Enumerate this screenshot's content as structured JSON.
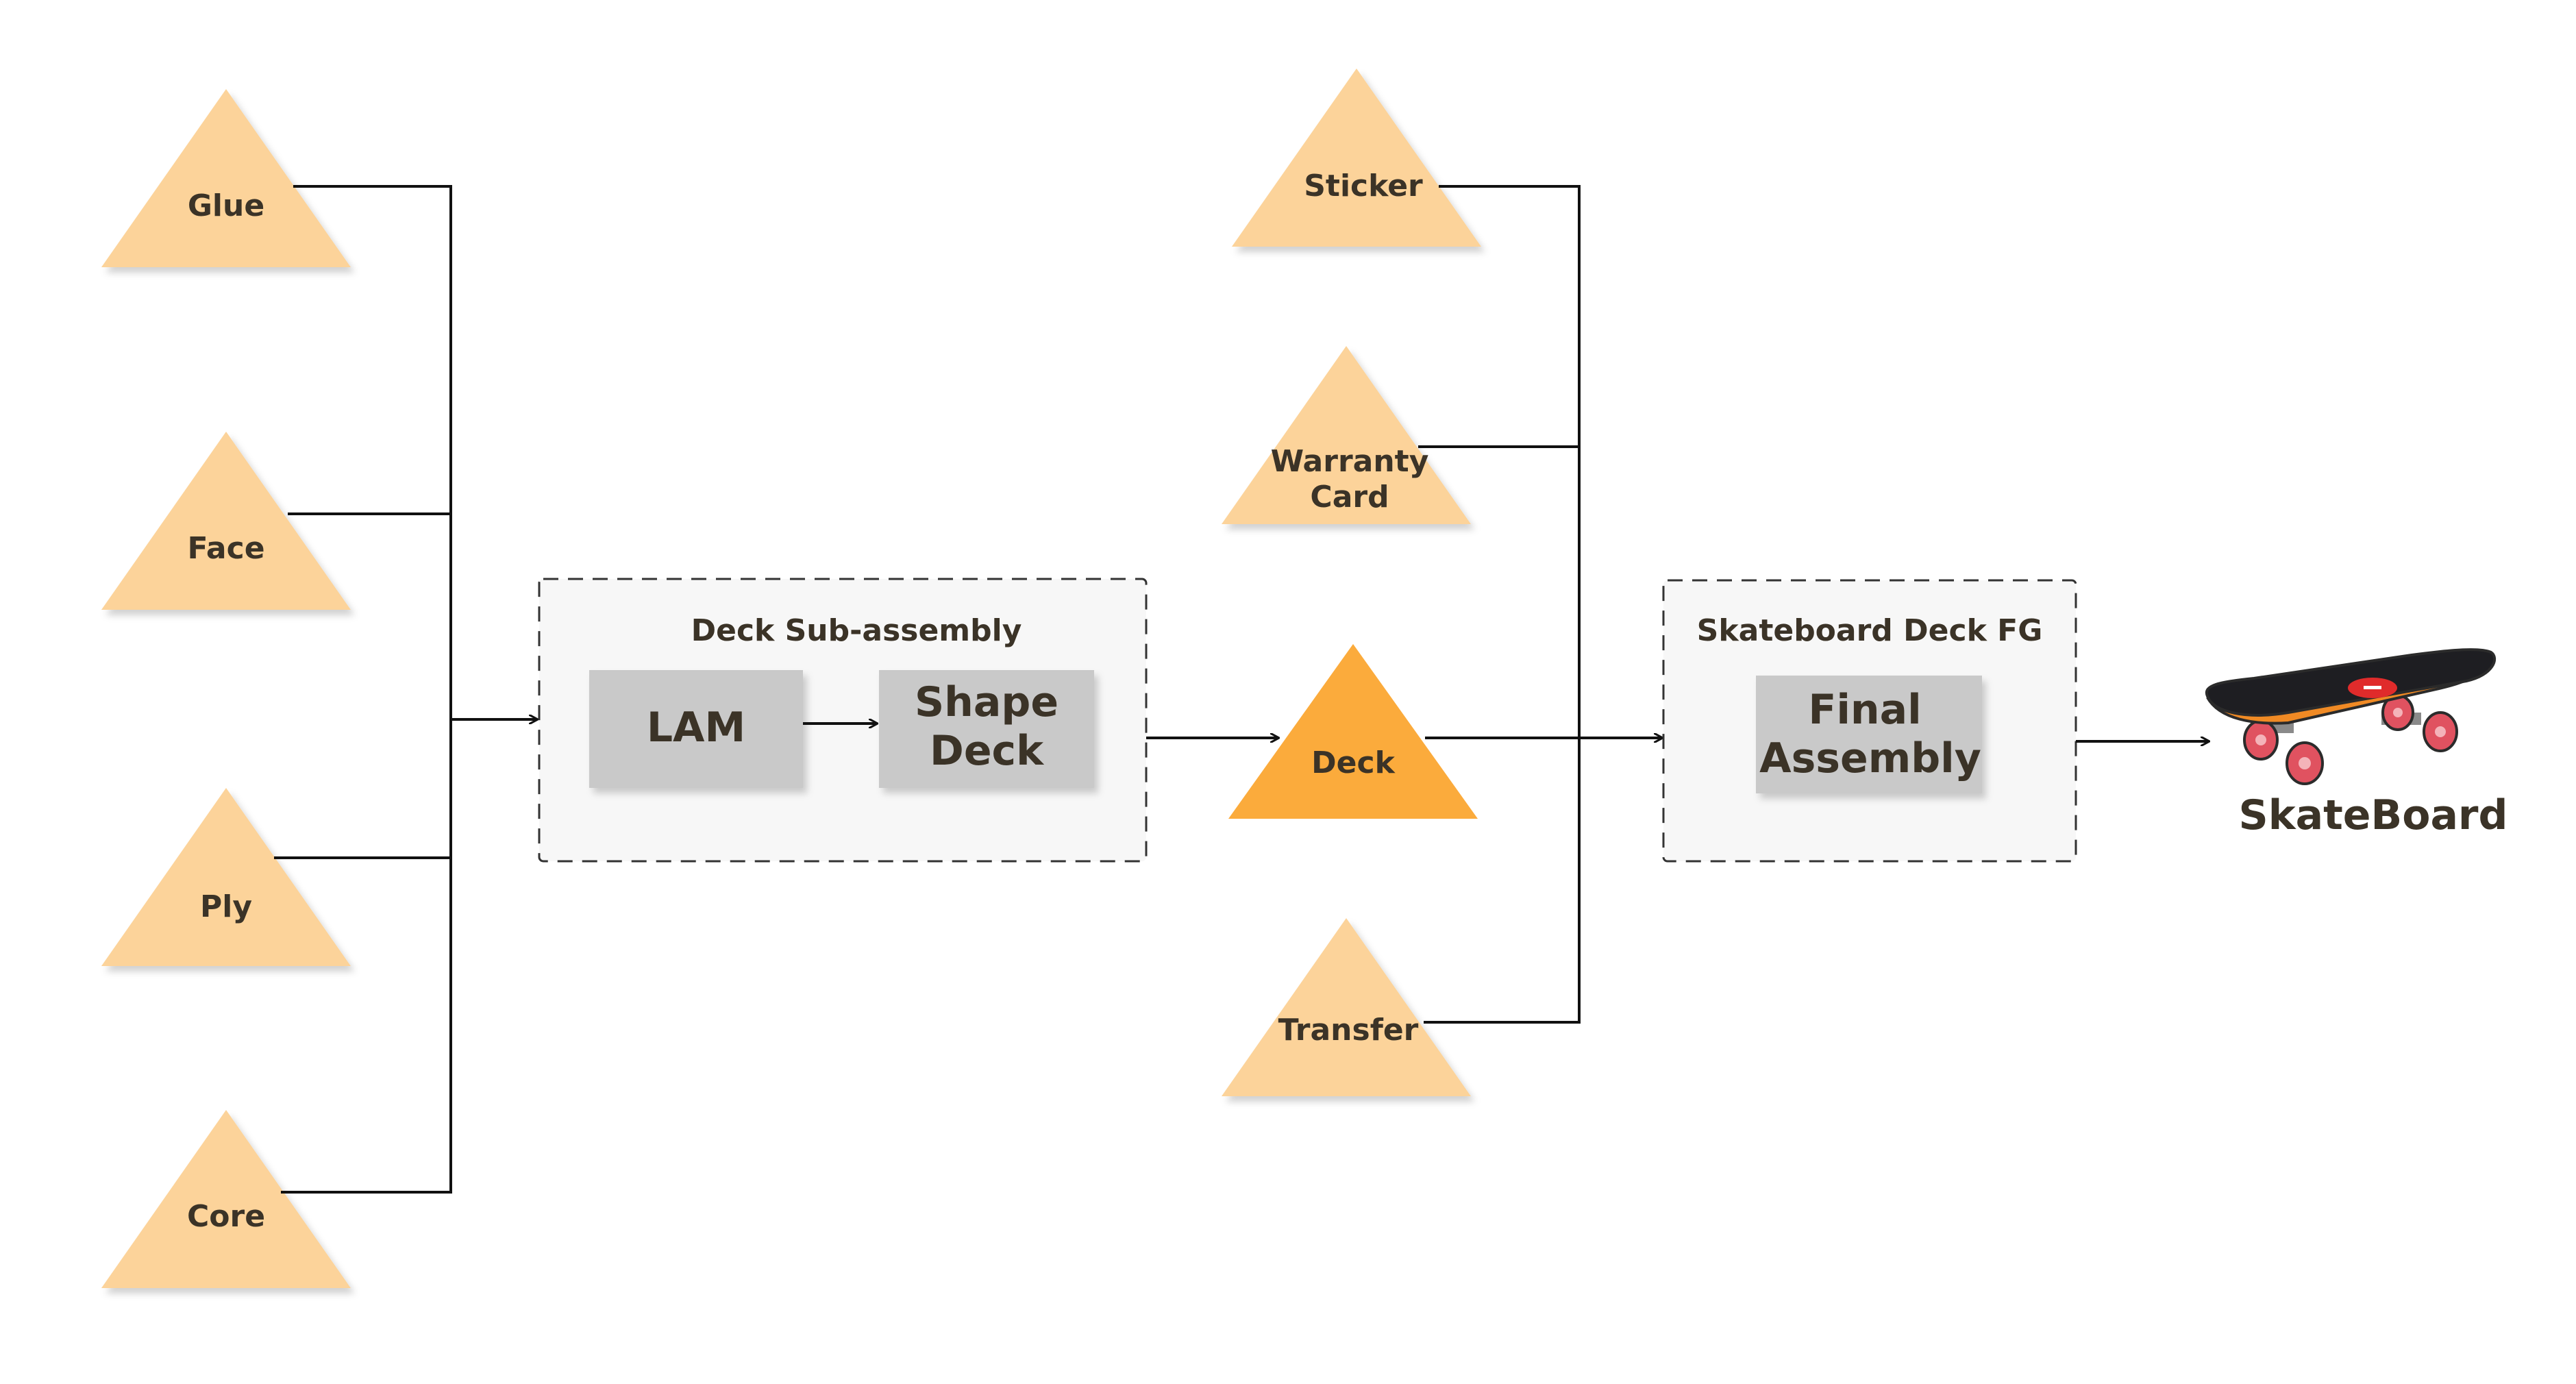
{
  "colors": {
    "material": "#fcd39a",
    "intermediate": "#fbab3c",
    "process_box": "#c9c9c9",
    "group_bg": "#f7f7f7",
    "connector": "#111111",
    "text": "#3b3327"
  },
  "inputs": {
    "glue": "Glue",
    "face": "Face",
    "ply": "Ply",
    "core": "Core"
  },
  "deck_subassembly": {
    "title": "Deck Sub-assembly",
    "lam": "LAM",
    "shape_line1": "Shape",
    "shape_line2": "Deck"
  },
  "deck": "Deck",
  "components": {
    "sticker": "Sticker",
    "warranty_line1": "Warranty",
    "warranty_line2": "Card",
    "transfer": "Transfer"
  },
  "final_group": {
    "title": "Skateboard Deck FG",
    "final_line1": "Final",
    "final_line2": "Assembly"
  },
  "product": {
    "label": "SkateBoard",
    "icon": "skateboard-icon"
  }
}
